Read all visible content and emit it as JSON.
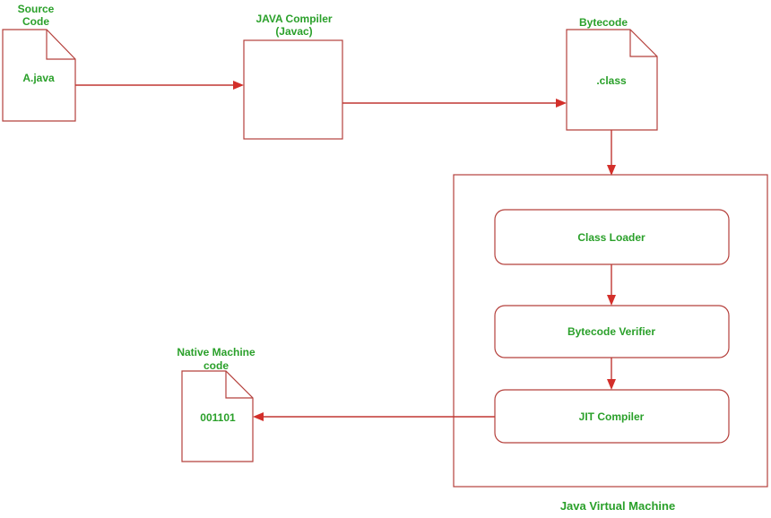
{
  "colors": {
    "label_green": "#2aa02a",
    "line_red": "#b5403c",
    "arrow_red": "#d32f2a",
    "background": "#ffffff"
  },
  "source_code": {
    "label_line1": "Source",
    "label_line2": "Code",
    "doc_text": "A.java"
  },
  "compiler": {
    "label_line1": "JAVA Compiler",
    "label_line2": "(Javac)"
  },
  "bytecode": {
    "label": "Bytecode",
    "doc_text": ".class"
  },
  "jvm": {
    "label": "Java Virtual Machine",
    "components": [
      {
        "label": "Class Loader"
      },
      {
        "label": "Bytecode Verifier"
      },
      {
        "label": "JIT Compiler"
      }
    ]
  },
  "native": {
    "label_line1": "Native Machine",
    "label_line2": "code",
    "doc_text": "001101"
  }
}
